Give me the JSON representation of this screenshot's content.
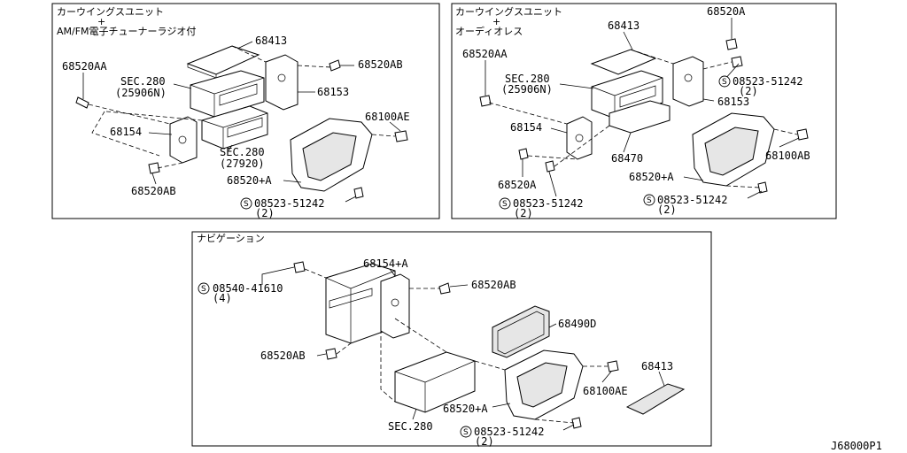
{
  "diagram_code": "J68000P1",
  "panel_left": {
    "header_line1": "カーウイングスユニット",
    "header_plus": "+",
    "header_line2": "AM/FM電子チューナーラジオ付",
    "labels": {
      "p68413": "68413",
      "p68520AA": "68520AA",
      "p68520AB_top": "68520AB",
      "sec280": "SEC.280",
      "sec280_sub": "(25906N)",
      "p68153": "68153",
      "p68154": "68154",
      "p68100AE": "68100AE",
      "sec280b": "SEC.280",
      "sec280b_sub": "(27920)",
      "p68520A": "68520+A",
      "p68520AB_bottom": "68520AB",
      "screw_code": "08523-51242",
      "screw_qty": "(2)"
    }
  },
  "panel_right": {
    "header_line1": "カーウイングスユニット",
    "header_plus": "+",
    "header_line2": "オーディオレス",
    "labels": {
      "p68413": "68413",
      "p68520A_top": "68520A",
      "p68520AA": "68520AA",
      "sec280": "SEC.280",
      "sec280_sub": "(25906N)",
      "screw1_code": "08523-51242",
      "screw1_qty": "(2)",
      "p68153": "68153",
      "p68154": "68154",
      "p68470": "68470",
      "p68100AB": "68100AB",
      "p68520A_plus": "68520+A",
      "p68520A_bottom": "68520A",
      "screw2_code": "08523-51242",
      "screw2_qty": "(2)",
      "screw3_code": "08523-51242",
      "screw3_qty": "(2)"
    }
  },
  "panel_bottom": {
    "header": "ナビゲーション",
    "labels": {
      "p68154A": "68154+A",
      "p68520AB_top": "68520AB",
      "screw_code": "08540-41610",
      "screw_qty": "(4)",
      "p68490D": "68490D",
      "p68520AB_left": "68520AB",
      "p68413": "68413",
      "p68100AE": "68100AE",
      "p68520A": "68520+A",
      "sec280": "SEC.280",
      "screw2_code": "08523-51242",
      "screw2_qty": "(2)"
    }
  },
  "screw_symbol": "S"
}
